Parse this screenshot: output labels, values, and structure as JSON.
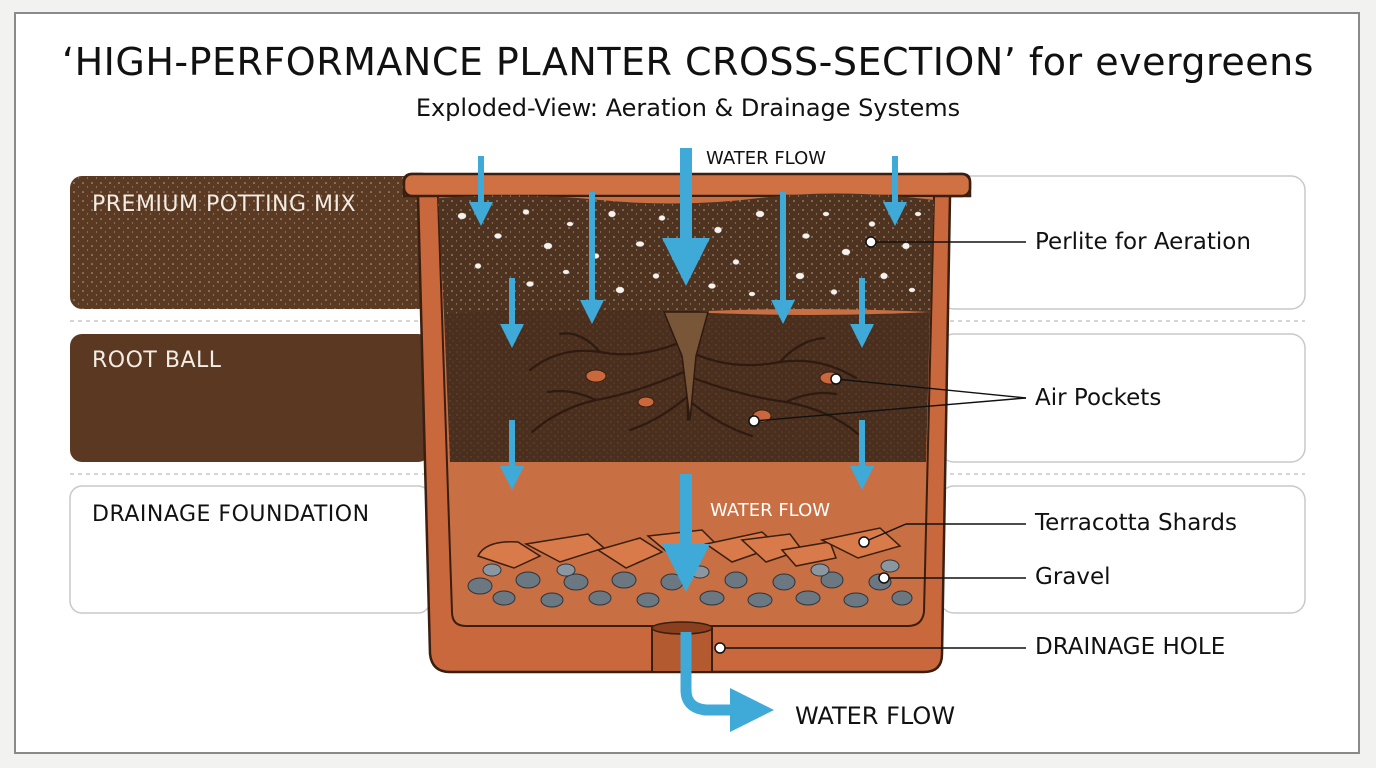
{
  "title": "‘HIGH-PERFORMANCE PLANTER CROSS-SECTION’ for evergreens",
  "subtitle": "Exploded-View: Aeration & Drainage Systems",
  "layers": [
    {
      "label": "PREMIUM POTTING MIX"
    },
    {
      "label": "ROOT BALL"
    },
    {
      "label": "DRAINAGE FOUNDATION"
    }
  ],
  "callouts": {
    "perlite": "Perlite for Aeration",
    "air_pockets": "Air Pockets",
    "shards": "Terracotta Shards",
    "gravel": "Gravel",
    "drainage_hole": "DRAINAGE HOLE"
  },
  "flow_labels": {
    "top": "WATER FLOW",
    "middle": "WATER FLOW",
    "bottom": "WATER FLOW"
  },
  "colors": {
    "terracotta": "#c9683c",
    "potting_mix": "#5a3a22",
    "root_ball": "#4d3020",
    "drainage": "#c96f44",
    "water": "#3fa9d8",
    "gravel": "#6b7882"
  }
}
